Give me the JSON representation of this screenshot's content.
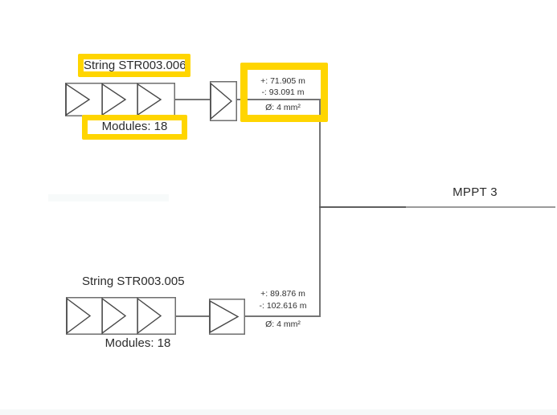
{
  "diagram": {
    "mppt": {
      "label": "MPPT 3"
    },
    "strings": [
      {
        "name": "String STR003.006",
        "modules_label": "Modules: 18",
        "module_count": 18,
        "cable_plus": "+: 71.905 m",
        "cable_minus": "-: 93.091 m",
        "cable_cross_section": "Ø: 4 mm²",
        "highlighted": true
      },
      {
        "name": "String STR003.005",
        "modules_label": "Modules: 18",
        "module_count": 18,
        "cable_plus": "+: 89.876 m",
        "cable_minus": "-: 102.616 m",
        "cable_cross_section": "Ø: 4 mm²",
        "highlighted": false
      }
    ],
    "colors": {
      "highlight": "#FFD500",
      "line": "#757575",
      "text": "#2b2b2b"
    }
  }
}
